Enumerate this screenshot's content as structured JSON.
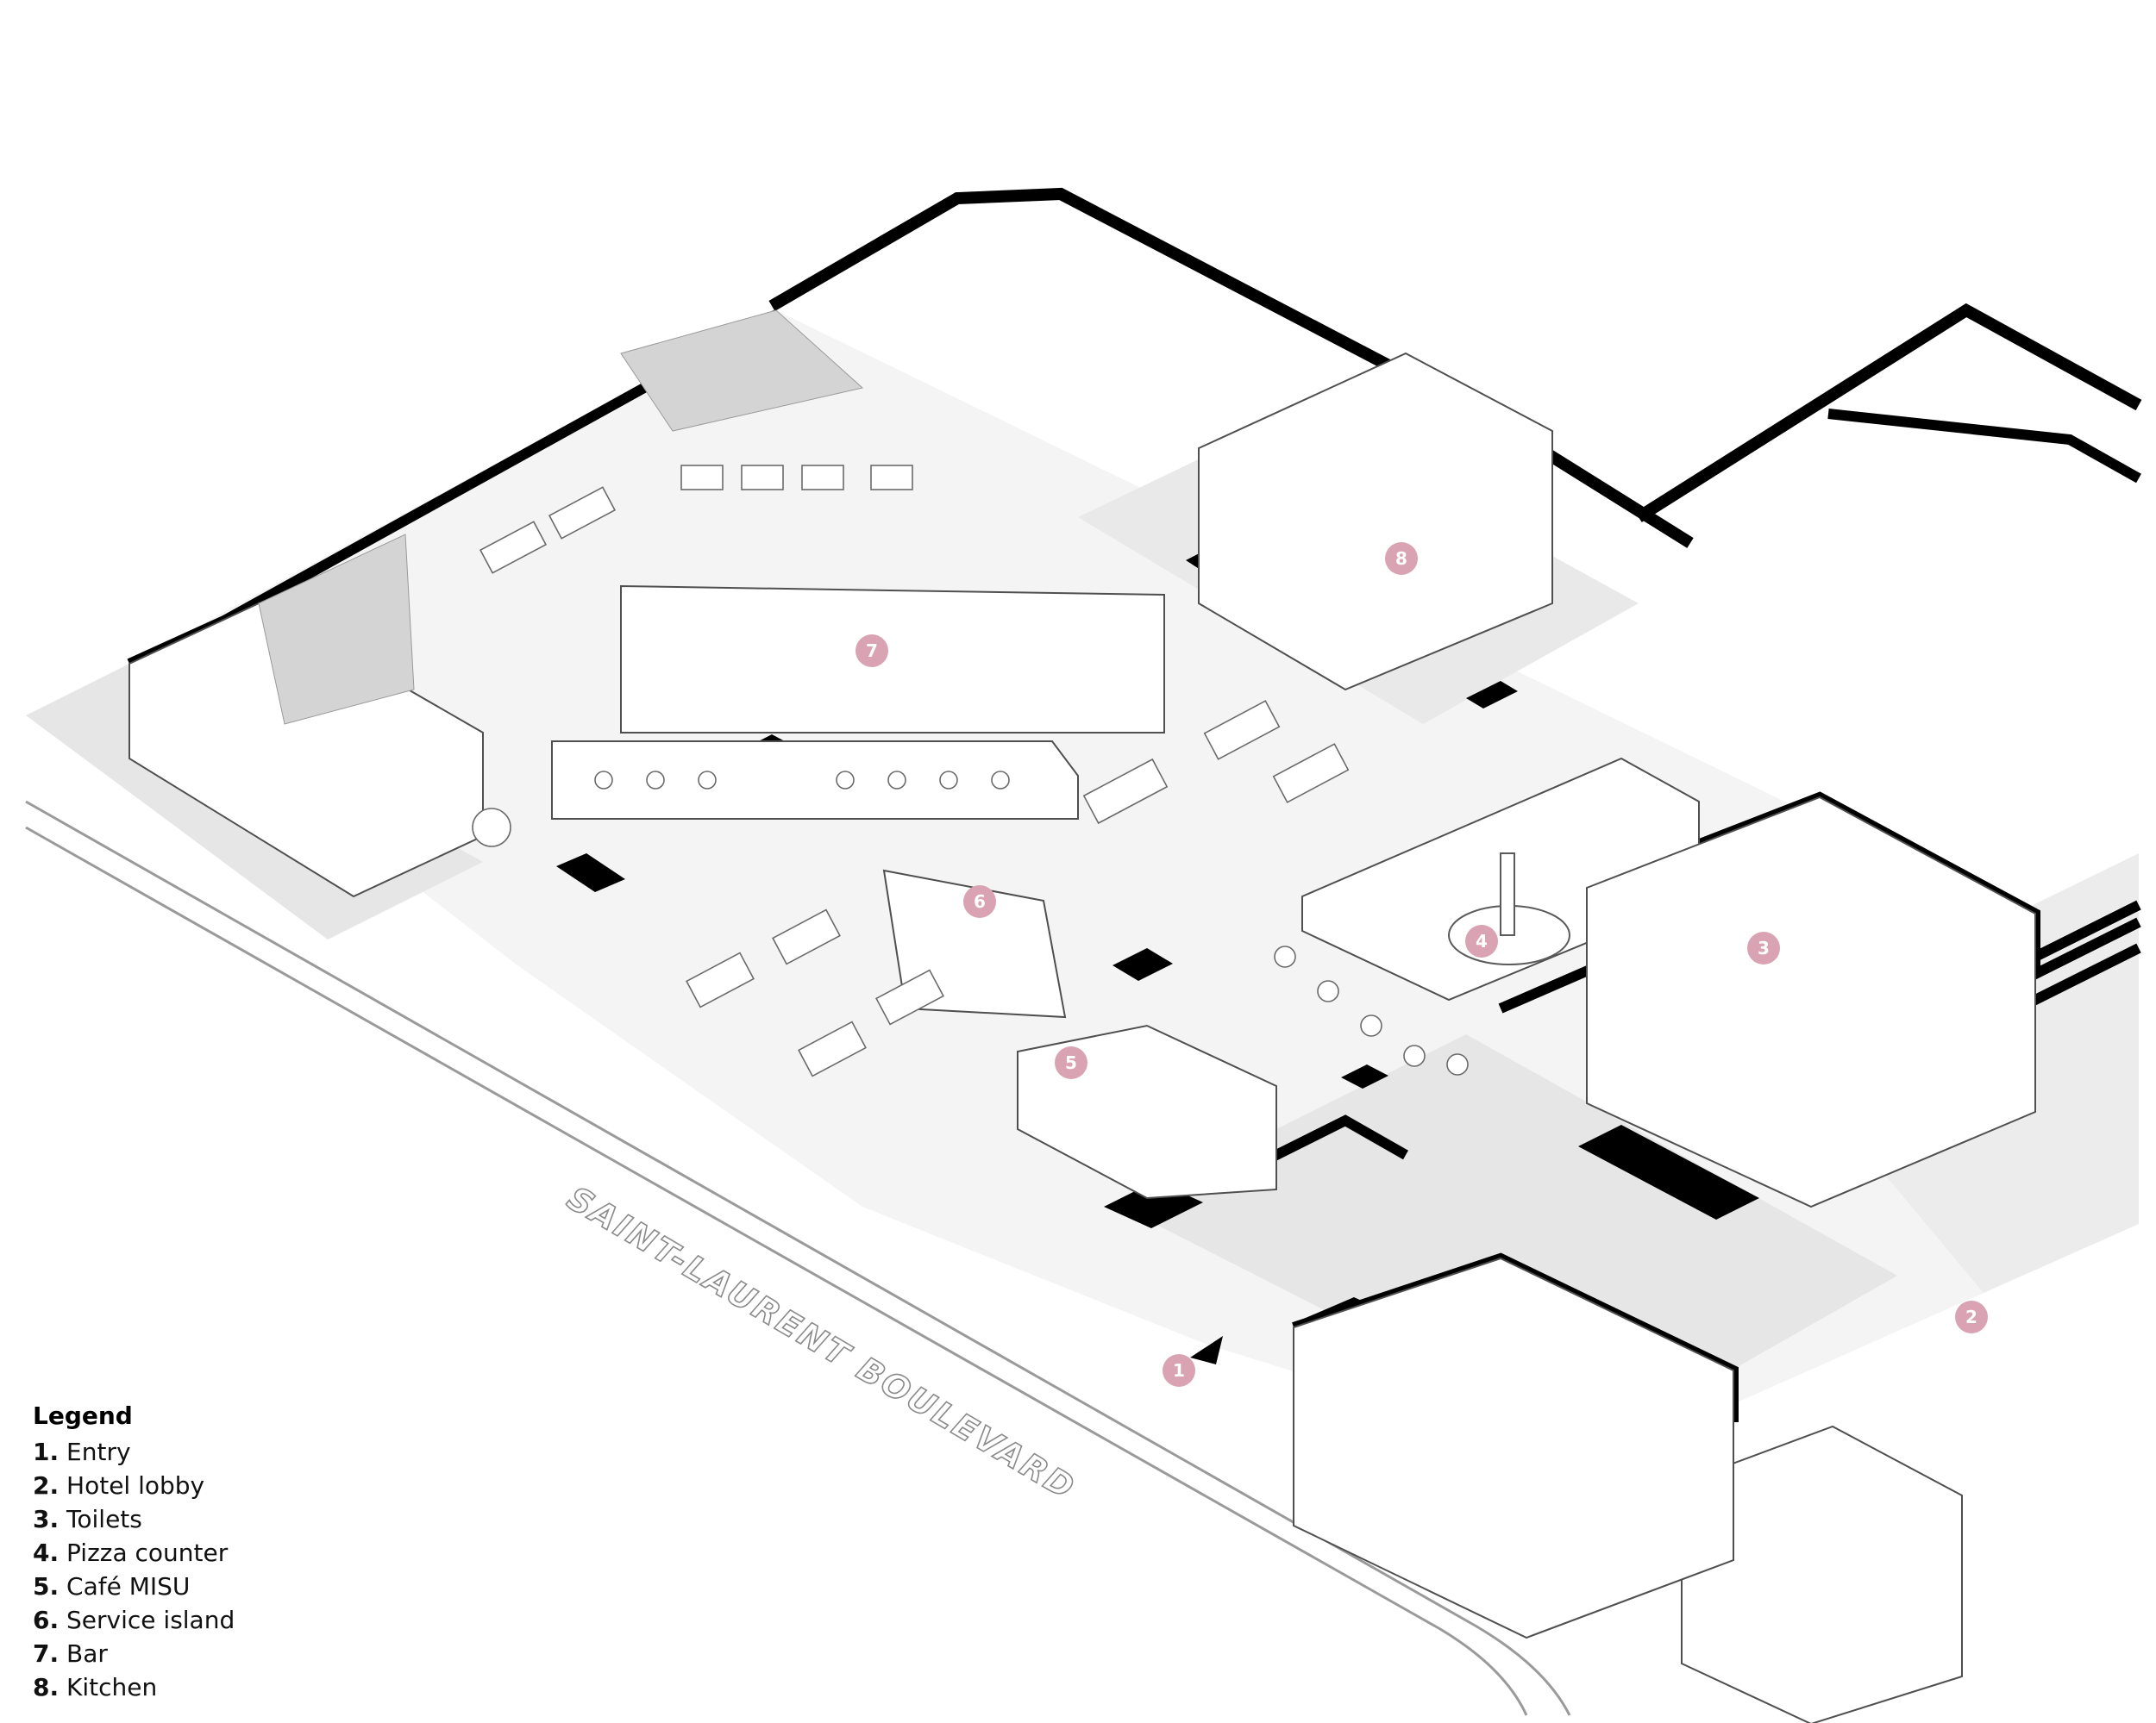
{
  "street": {
    "name": "SAINT-LAURENT BOULEVARD"
  },
  "legend": {
    "title": "Legend",
    "items": [
      {
        "number": "1.",
        "label": "Entry"
      },
      {
        "number": "2.",
        "label": "Hotel lobby"
      },
      {
        "number": "3.",
        "label": "Toilets"
      },
      {
        "number": "4.",
        "label": "Pizza counter"
      },
      {
        "number": "5.",
        "label": "Café MISU"
      },
      {
        "number": "6.",
        "label": "Service island"
      },
      {
        "number": "7.",
        "label": "Bar"
      },
      {
        "number": "8.",
        "label": "Kitchen"
      }
    ]
  },
  "markers": [
    "1",
    "2",
    "3",
    "4",
    "5",
    "6",
    "7",
    "8"
  ],
  "colors": {
    "marker": "#d9a3b3",
    "wall": "#000000",
    "line": "#5a5a5a",
    "shadow": "#e7e7e7",
    "floor": "#f4f4f4",
    "street_stroke": "#9a9a9a"
  },
  "icons": {
    "entry": "entry-arrow-icon"
  }
}
